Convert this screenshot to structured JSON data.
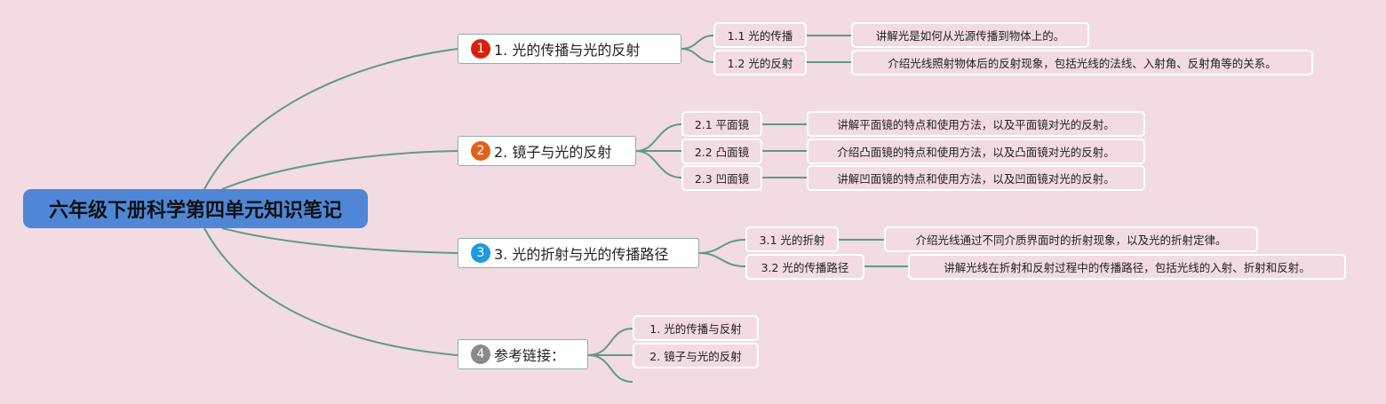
{
  "root": {
    "title": "六年级下册科学第四单元知识笔记"
  },
  "topics": [
    {
      "badge": "1",
      "badge_color": "#d9200f",
      "label": "1. 光的传播与光的反射",
      "children": [
        {
          "label": "1.1 光的传播",
          "desc": "讲解光是如何从光源传播到物体上的。"
        },
        {
          "label": "1.2 光的反射",
          "desc": "介绍光线照射物体后的反射现象，包括光线的法线、入射角、反射角等的关系。"
        }
      ]
    },
    {
      "badge": "2",
      "badge_color": "#e0621a",
      "label": "2. 镜子与光的反射",
      "children": [
        {
          "label": "2.1 平面镜",
          "desc": "讲解平面镜的特点和使用方法，以及平面镜对光的反射。"
        },
        {
          "label": "2.2 凸面镜",
          "desc": "介绍凸面镜的特点和使用方法，以及凸面镜对光的反射。"
        },
        {
          "label": "2.3 凹面镜",
          "desc": "讲解凹面镜的特点和使用方法，以及凹面镜对光的反射。"
        }
      ]
    },
    {
      "badge": "3",
      "badge_color": "#1e9ae0",
      "label": "3. 光的折射与光的传播路径",
      "children": [
        {
          "label": "3.1 光的折射",
          "desc": "介绍光线通过不同介质界面时的折射现象，以及光的折射定律。"
        },
        {
          "label": "3.2 光的传播路径",
          "desc": "讲解光线在折射和反射过程中的传播路径，包括光线的入射、折射和反射。"
        }
      ]
    },
    {
      "badge": "4",
      "badge_color": "#8a8a8a",
      "label": "参考链接：",
      "children": [
        {
          "label": "1. 光的传播与反射"
        },
        {
          "label": "2. 镜子与光的反射"
        }
      ]
    }
  ]
}
